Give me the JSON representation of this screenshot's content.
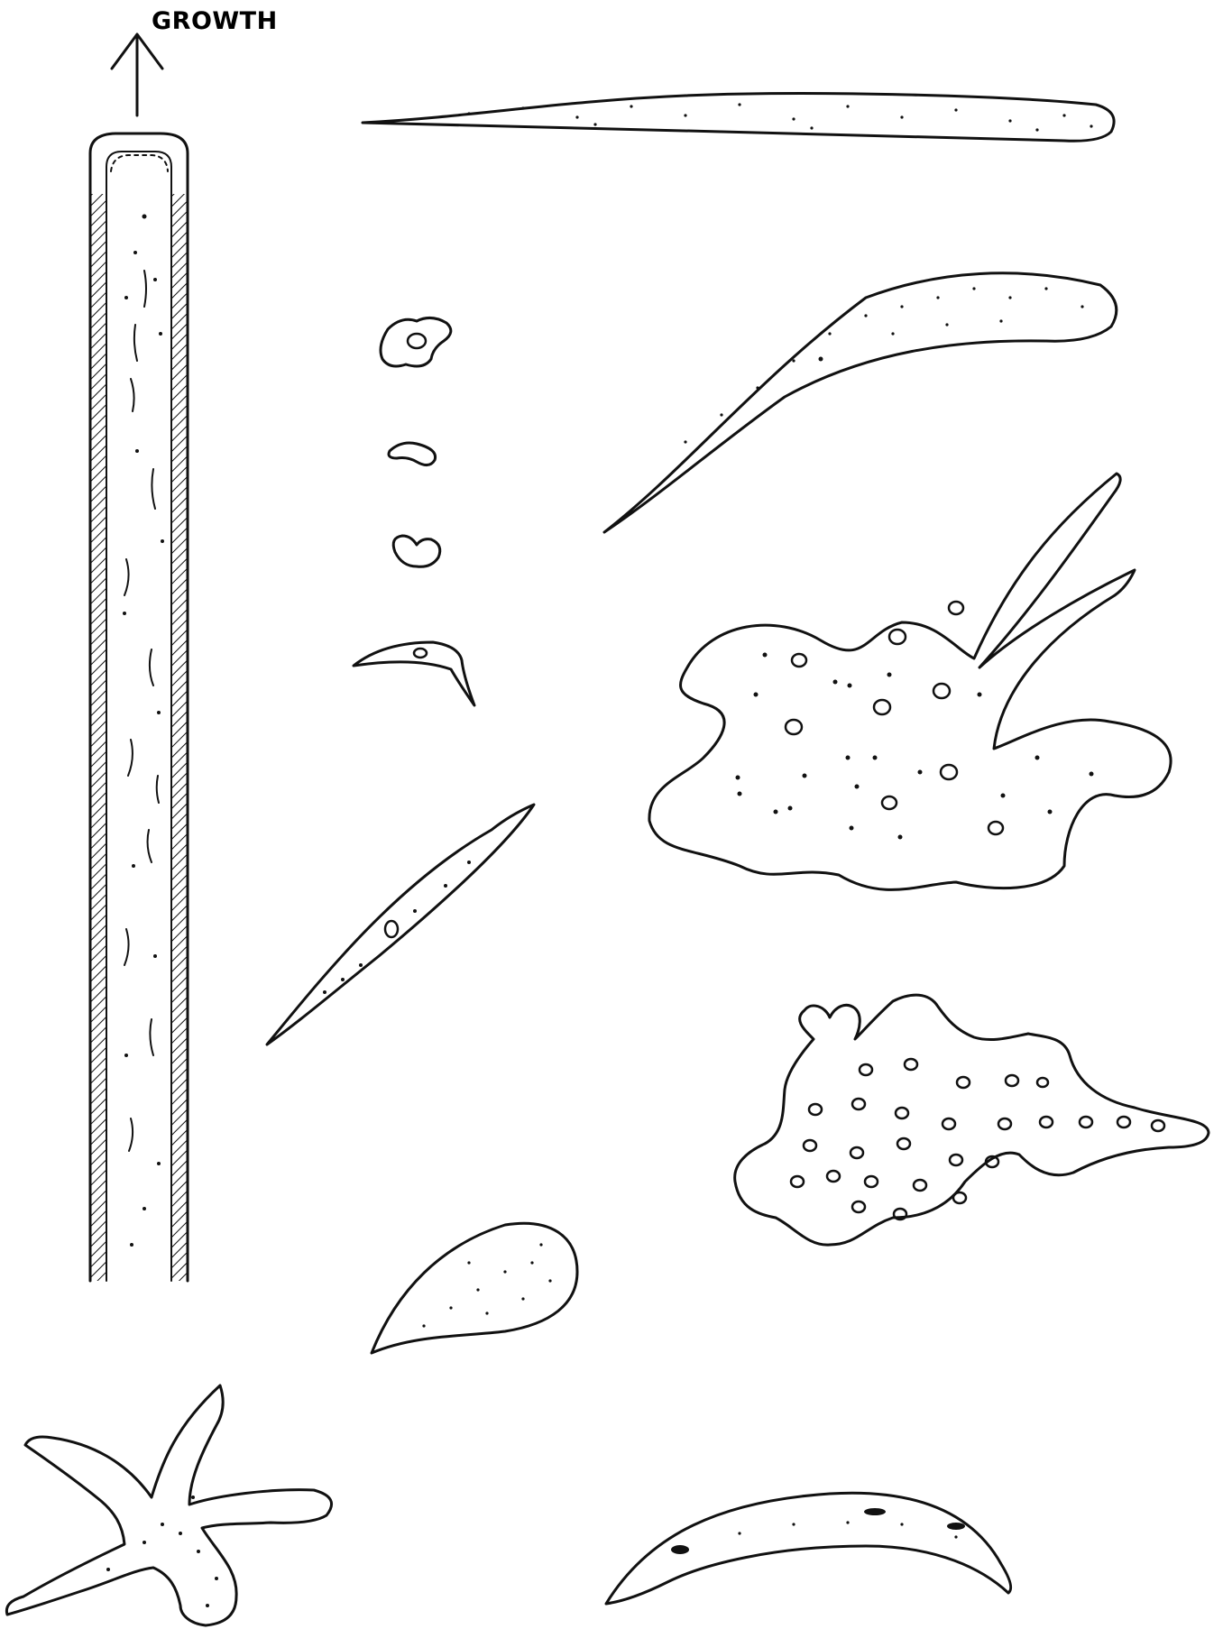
{
  "figure": {
    "growth_label": "GROWTH",
    "ink_color": "#111111",
    "background_color": "#ffffff",
    "cells": [
      "hypha-tip",
      "elongated-cell",
      "curved-spindle-cell",
      "amoeboid-small-cell",
      "comma-cell",
      "kidney-cell",
      "crescent-small-cell",
      "spindle-cell",
      "lobed-cell-with-processes",
      "lobed-vacuolated-cell",
      "pear-cell",
      "stellate-cell",
      "crescent-cell"
    ]
  }
}
